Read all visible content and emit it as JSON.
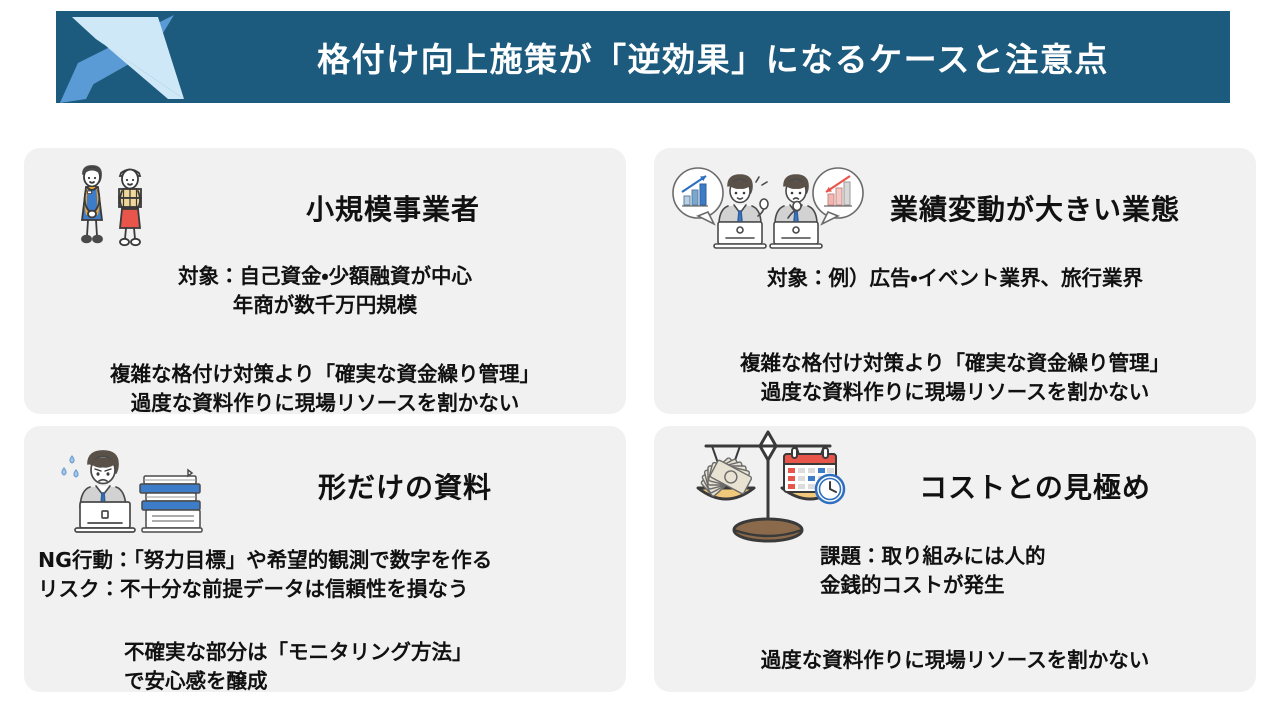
{
  "slide": {
    "title": "格付け向上施策が「逆効果」になるケースと注意点",
    "logo_icon": "x-mark-logo",
    "colors": {
      "header_bg": "#1c5b7d",
      "logo_light": "#cfe8f7",
      "logo_mid": "#5b9bd5",
      "card_bg": "#f1f1f1",
      "text": "#111111"
    }
  },
  "cards": [
    {
      "id": "small-business",
      "title": "小規模事業者",
      "illustration": "two-shop-staff-icon",
      "primary": "対象：自己資金・少額融資が中心\n年商が数千万円規模",
      "secondary": "複雑な格付け対策より「確実な資金繰り管理」\n過度な資料作りに現場リソースを割かない"
    },
    {
      "id": "volatile-performance",
      "title": "業績変動が大きい業態",
      "illustration": "two-businessmen-charts-icon",
      "primary": "対象：例）広告・イベント業界、旅行業界",
      "secondary": "複雑な格付け対策より「確実な資金繰り管理」\n過度な資料作りに現場リソースを割かない"
    },
    {
      "id": "superficial-documents",
      "title": "形だけの資料",
      "illustration": "stressed-worker-books-icon",
      "primary": "NG行動：「努力目標」や希望的観測で数字を作る\nリスク：不十分な前提データは信頼性を損なう",
      "secondary": "不確実な部分は「モニタリング方法」\nで安心感を醸成"
    },
    {
      "id": "cost-assessment",
      "title": "コストとの見極め",
      "illustration": "balance-scale-money-calendar-icon",
      "primary": "課題：取り組みには人的\n金銭的コストが発生",
      "secondary": "過度な資料作りに現場リソースを割かない"
    }
  ]
}
